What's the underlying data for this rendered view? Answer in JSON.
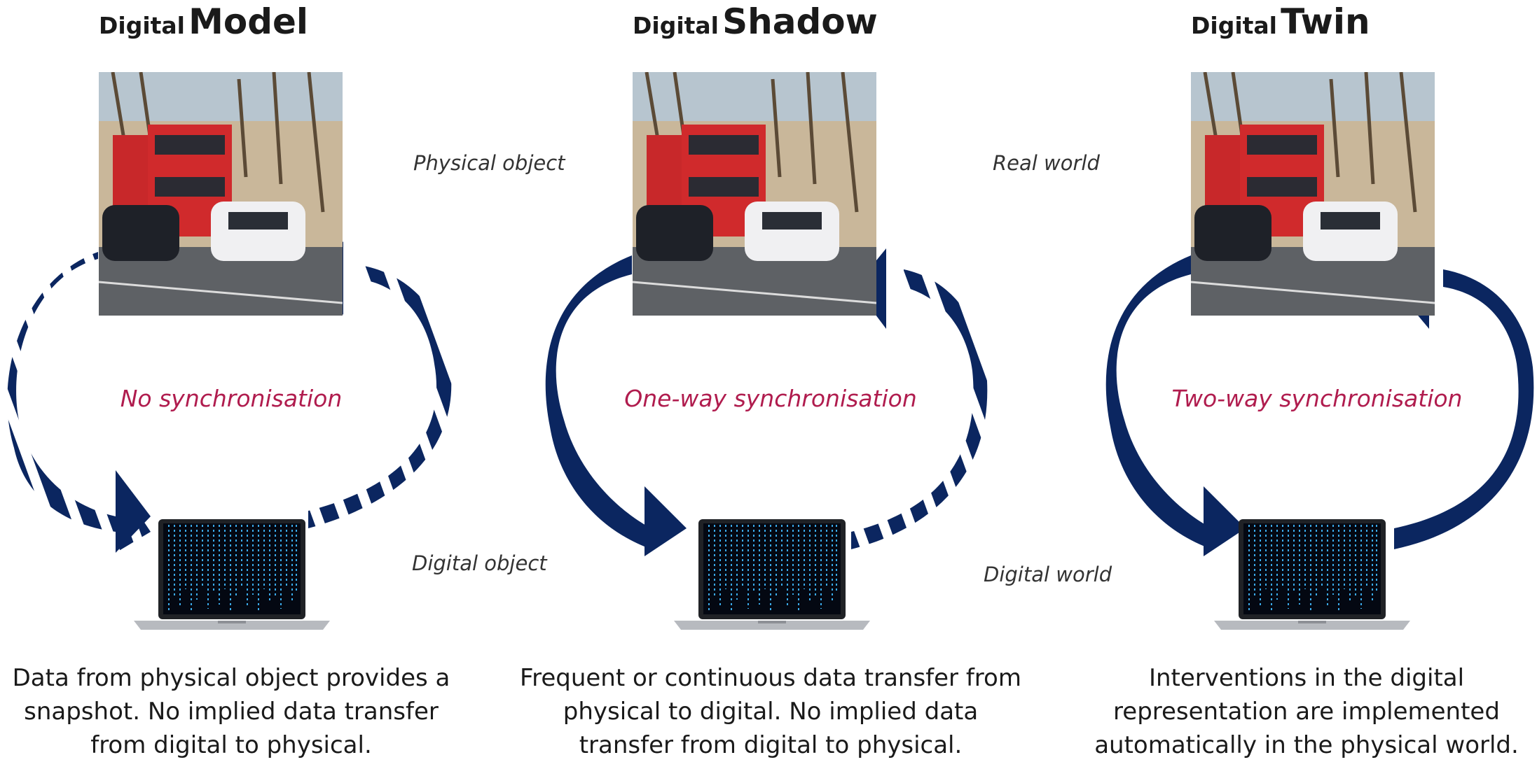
{
  "panels": [
    {
      "title_small": "Digital",
      "title_big": "Model",
      "upper_label": "Physical object",
      "lower_label": "Digital object",
      "sync_label": "No synchronisation",
      "caption": "Data from physical object provides a snapshot. No implied data transfer from digital to physical."
    },
    {
      "title_small": "Digital",
      "title_big": "Shadow",
      "upper_label": "Real world",
      "lower_label": "Digital world",
      "sync_label": "One-way synchronisation",
      "caption": "Frequent or continuous data transfer from physical to digital. No implied data transfer from digital to physical."
    },
    {
      "title_small": "Digital",
      "title_big": "Twin",
      "sync_label": "Two-way synchronisation",
      "caption": "Interventions in the digital representation are implemented automatically in the physical world."
    }
  ],
  "colors": {
    "arrow": "#0b2660",
    "sync_text": "#b01c4e",
    "text": "#1a1a1a"
  },
  "images": {
    "photo": "street scene with red double-decker buses and white police car",
    "laptop": "laptop screen showing cascading blue binary code"
  }
}
